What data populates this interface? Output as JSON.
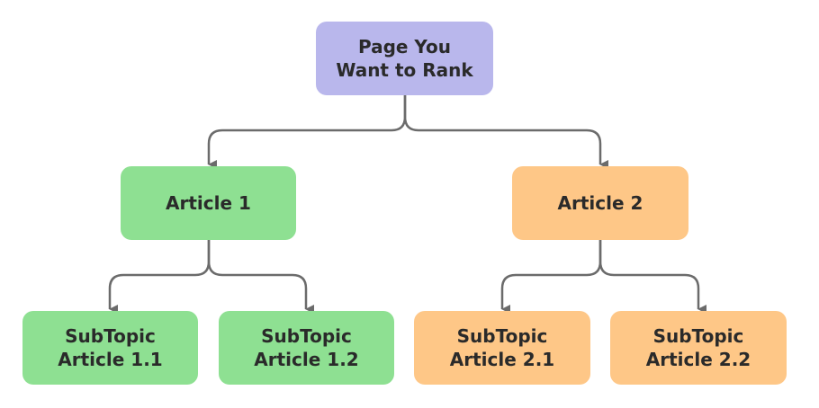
{
  "colors": {
    "root": "#b9b7ec",
    "article_1": "#8ee092",
    "article_2": "#fec787",
    "connector": "#6b6b6b",
    "text": "#2a2a2a"
  },
  "nodes": {
    "root": {
      "label": "Page You\nWant to Rank"
    },
    "article_1": {
      "label": "Article 1"
    },
    "article_2": {
      "label": "Article 2"
    },
    "subtopic_1_1": {
      "label": "SubTopic\nArticle 1.1"
    },
    "subtopic_1_2": {
      "label": "SubTopic\nArticle 1.2"
    },
    "subtopic_2_1": {
      "label": "SubTopic\nArticle 2.1"
    },
    "subtopic_2_2": {
      "label": "SubTopic\nArticle 2.2"
    }
  },
  "edges": [
    {
      "from": "root",
      "to": "article_1"
    },
    {
      "from": "root",
      "to": "article_2"
    },
    {
      "from": "article_1",
      "to": "subtopic_1_1"
    },
    {
      "from": "article_1",
      "to": "subtopic_1_2"
    },
    {
      "from": "article_2",
      "to": "subtopic_2_1"
    },
    {
      "from": "article_2",
      "to": "subtopic_2_2"
    }
  ]
}
